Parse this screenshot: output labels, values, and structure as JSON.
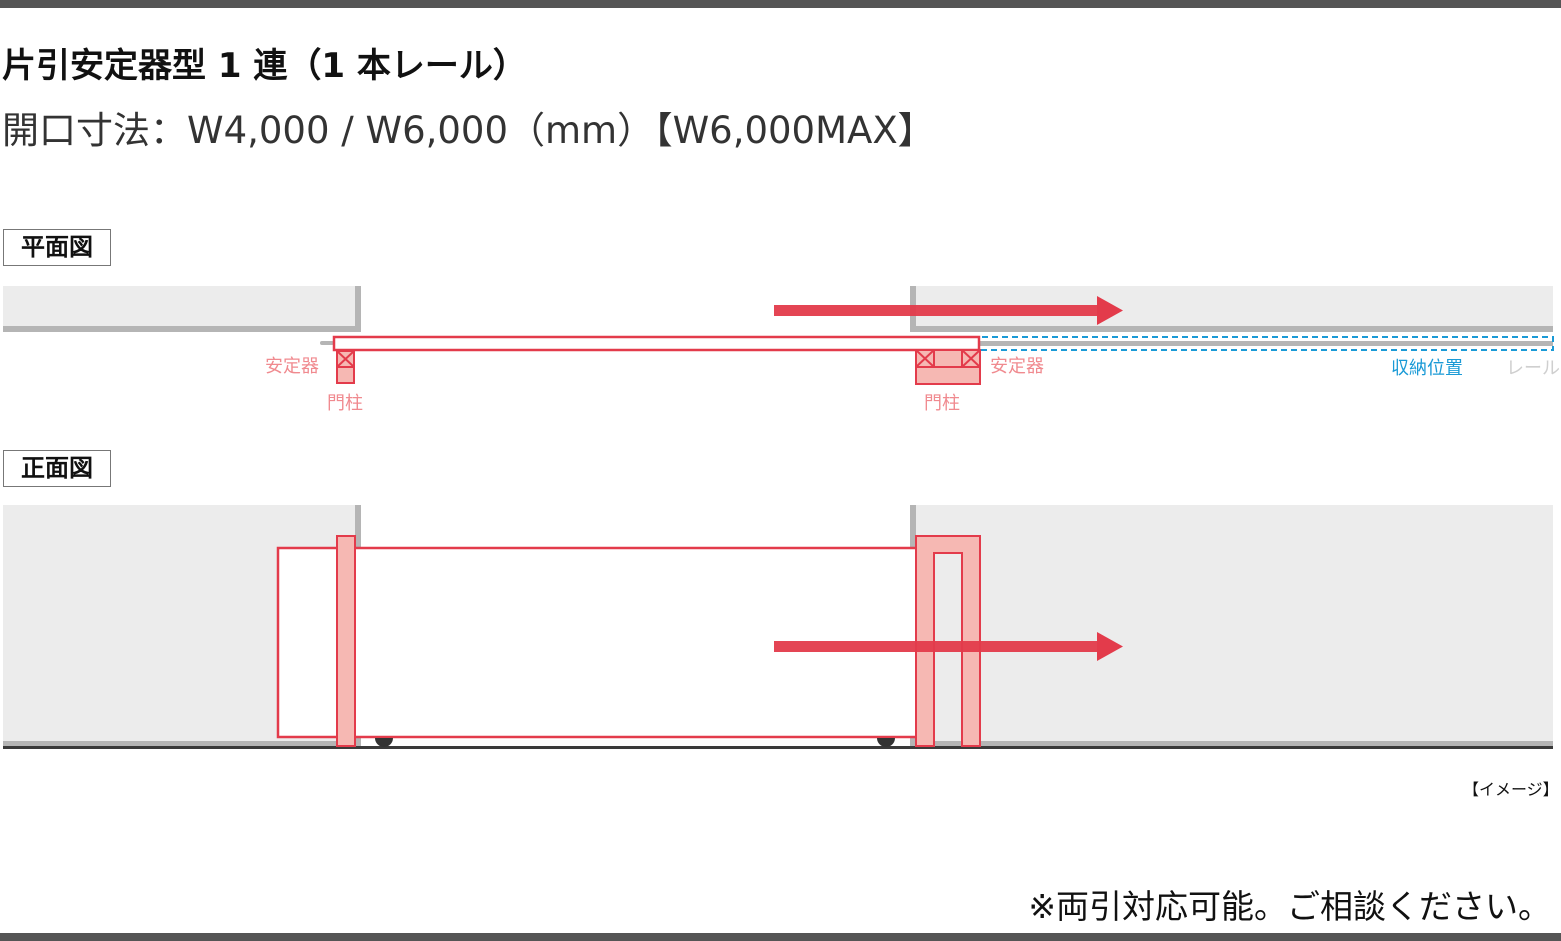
{
  "header": {
    "title": "片引安定器型 1 連（1 本レール）",
    "subtitle": "開口寸法：W4,000 / W6,000（mm）【W6,000MAX】"
  },
  "plan_view": {
    "section_label": "平面図",
    "labels": {
      "stabilizer_left": "安定器",
      "stabilizer_right": "安定器",
      "post_left": "門柱",
      "post_right": "門柱",
      "storage_position": "収納位置",
      "rail": "レール"
    },
    "direction": "right"
  },
  "front_view": {
    "section_label": "正面図",
    "direction": "right"
  },
  "notes": {
    "image_note": "【イメージ】",
    "footnote": "※両引対応可能。ご相談ください。"
  },
  "colors": {
    "accent_red": "#e33b4b",
    "post_fill": "#f6b8b3",
    "wall_fill": "#ececec",
    "wall_edge": "#b5b5b5",
    "storage_blue": "#1a9ad6",
    "label_pink": "#f08a8f",
    "rule": "#555555"
  }
}
